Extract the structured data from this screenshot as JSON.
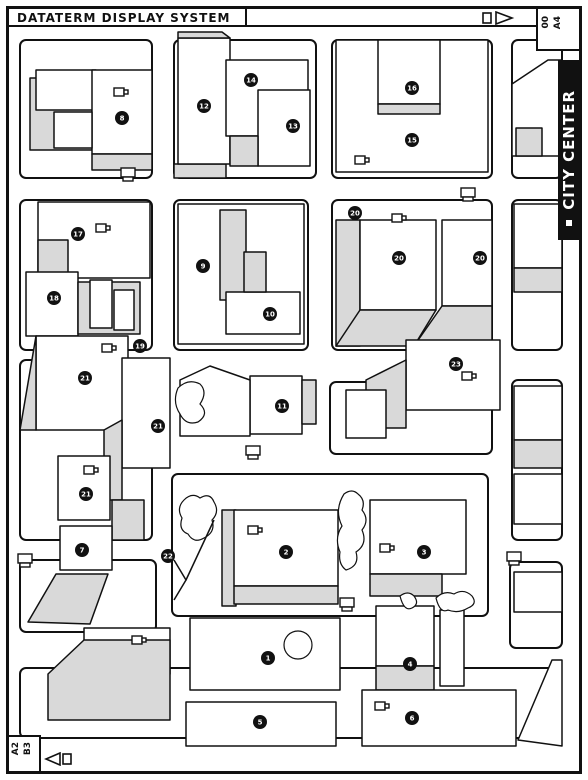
{
  "header": {
    "title": "DATATERM DISPLAY SYSTEM",
    "page_top_a": "00",
    "page_top_b": "A4"
  },
  "sidebar": {
    "label": "CITY CENTER"
  },
  "footer": {
    "page_bottom_a": "A2",
    "page_bottom_b": "B3"
  },
  "icons": {
    "nav_east": "arrow-right-icon",
    "nav_west": "arrow-left-icon",
    "terminal": "terminal-icon",
    "camera": "camera-icon"
  },
  "colors": {
    "ink": "#111111",
    "paper": "#ffffff",
    "roof": "#f2f2f2",
    "shade": "#d9d9d9"
  },
  "map": {
    "buildings": [
      "1",
      "2",
      "3",
      "4",
      "5",
      "6",
      "7",
      "8",
      "9",
      "10",
      "11",
      "12",
      "13",
      "14",
      "15",
      "16",
      "17",
      "18",
      "19",
      "20",
      "20",
      "20",
      "20",
      "21",
      "21",
      "21",
      "21",
      "22",
      "23"
    ]
  }
}
